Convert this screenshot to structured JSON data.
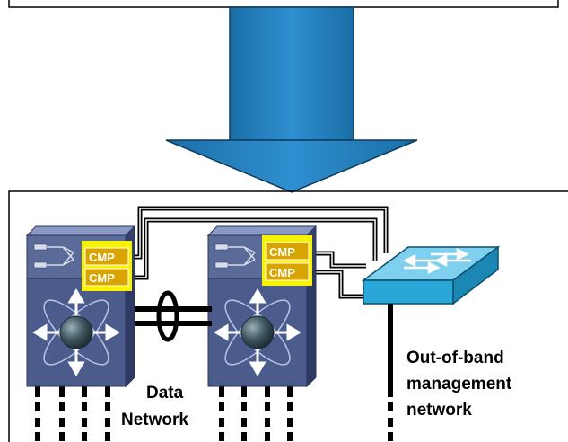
{
  "cmp_label": "CMP",
  "data_network_label": [
    "Data",
    "Network"
  ],
  "oob_label": [
    "Out-of-band",
    "management",
    "network"
  ],
  "colors": {
    "arrow": "#1f78b4",
    "switch_body": "#4a5b8c",
    "cmp_box": "#f2c200",
    "cmp_border": "#ffff33",
    "mgmt_switch": "#2aa7d9",
    "line": "#000000"
  },
  "icons": [
    "chassis-switch-icon",
    "access-switch-icon",
    "down-arrow-icon"
  ]
}
